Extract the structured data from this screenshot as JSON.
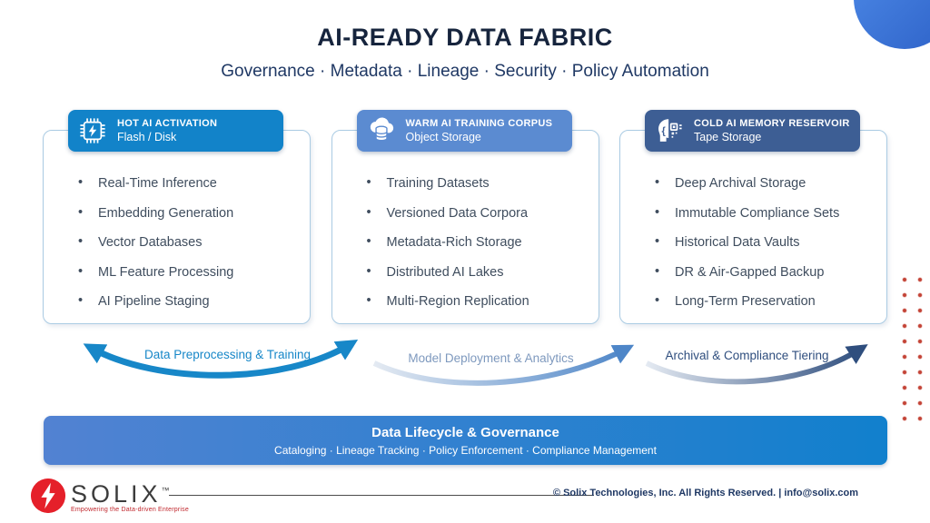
{
  "page": {
    "title": "AI-READY DATA FABRIC",
    "subtitle": "Governance · Metadata · Lineage · Security · Policy Automation"
  },
  "tiers": [
    {
      "name": "HOT AI ACTIVATION",
      "storage": "Flash / Disk",
      "icon": "chip-lightning-icon",
      "header_color": "#1283C9",
      "items": [
        "Real-Time Inference",
        "Embedding Generation",
        "Vector Databases",
        "ML Feature Processing",
        "AI Pipeline Staging"
      ]
    },
    {
      "name": "WARM AI TRAINING CORPUS",
      "storage": "Object Storage",
      "icon": "cloud-database-icon",
      "header_color": "#5B8BD1",
      "items": [
        "Training Datasets",
        "Versioned Data Corpora",
        "Metadata-Rich Storage",
        "Distributed AI Lakes",
        "Multi-Region Replication"
      ]
    },
    {
      "name": "COLD AI MEMORY RESERVOIR",
      "storage": "Tape Storage",
      "icon": "ai-head-circuit-icon",
      "header_color": "#3D5E94",
      "items": [
        "Deep Archival Storage",
        "Immutable Compliance Sets",
        "Historical Data Vaults",
        "DR & Air-Gapped Backup",
        "Long-Term Preservation"
      ]
    }
  ],
  "flows": [
    {
      "label": "Data Preprocessing & Training",
      "color": "#1787C8",
      "style": "double-headed"
    },
    {
      "label": "Model Deployment & Analytics",
      "color": "#4E86C8",
      "style": "single-headed"
    },
    {
      "label": "Archival & Compliance Tiering",
      "color": "#2F4E7E",
      "style": "single-headed"
    }
  ],
  "governance_bar": {
    "title": "Data Lifecycle & Governance",
    "subtitle": "Cataloging · Lineage Tracking · Policy Enforcement · Compliance Management"
  },
  "footer": {
    "logo_text": "SOLIX",
    "logo_tm": "™",
    "tagline": "Empowering the Data-driven Enterprise",
    "copyright": "© Solix Technologies, Inc. All Rights Reserved. | info@solix.com"
  },
  "decor": {
    "accent_circle_color": "#3E74D6",
    "dot_grid_color": "#C0392B",
    "card_border_color": "#AACBE3",
    "governance_gradient": [
      "#5282D2",
      "#1180CD"
    ]
  }
}
